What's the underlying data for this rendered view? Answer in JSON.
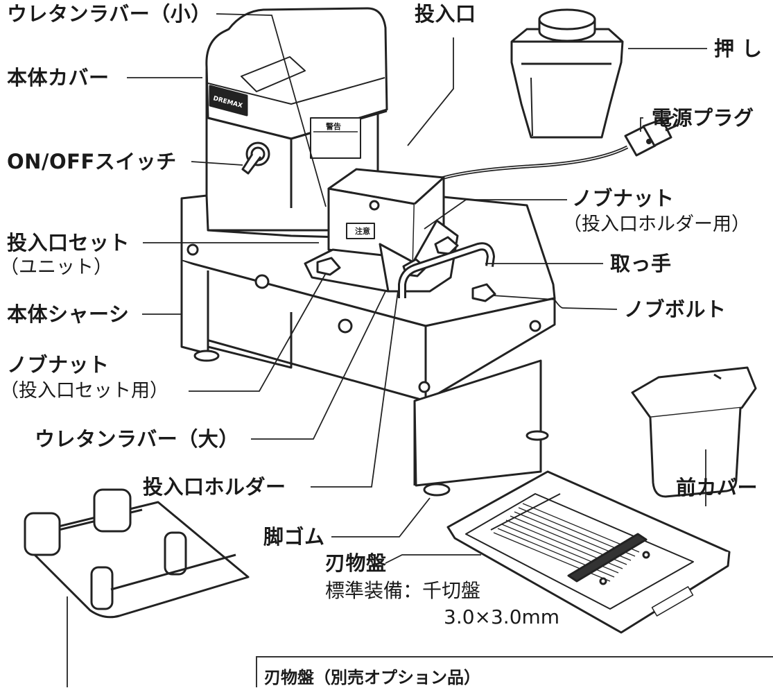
{
  "labels": {
    "urethane_small": "ウレタンラバー（小）",
    "inlet": "投入口",
    "pusher": "押 し",
    "body_cover": "本体カバー",
    "power_plug": "電源プラグ",
    "switch": "ON/OFFスイッチ",
    "knob_nut_holder": "ノブナット",
    "knob_nut_holder_sub": "（投入口ホルダー用）",
    "inlet_set": "投入口セット",
    "inlet_set_sub": "（ユニット）",
    "handle": "取っ手",
    "chassis": "本体シャーシ",
    "knob_bolt": "ノブボルト",
    "knob_nut_set": "ノブナット",
    "knob_nut_set_sub": "（投入口セット用）",
    "urethane_large": "ウレタンラバー（大）",
    "front_cover": "前カバー",
    "inlet_holder": "投入口ホルダー",
    "rubber_feet": "脚ゴム",
    "blade_plate": "刃物盤",
    "standard_equipment": "標準装備：千切盤",
    "standard_size": "3.0×3.0mm",
    "option_box": "刃物盤（別売オプション品）"
  },
  "decals": {
    "brand": "DREMAX",
    "warning": "警告",
    "caution": "注意"
  }
}
